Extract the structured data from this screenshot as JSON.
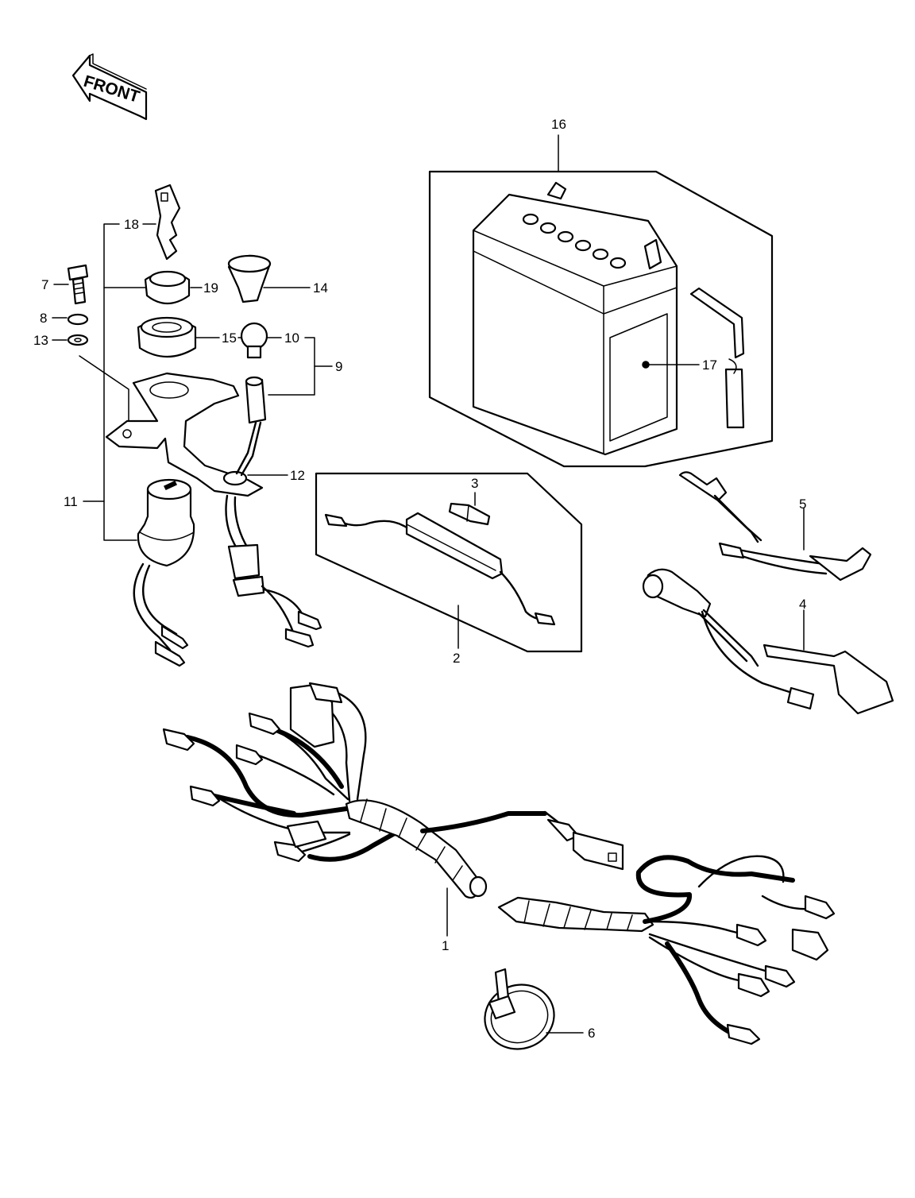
{
  "front_label": "FRONT",
  "callouts": {
    "c1": "1",
    "c2": "2",
    "c3": "3",
    "c4": "4",
    "c5": "5",
    "c6": "6",
    "c7": "7",
    "c8": "8",
    "c9": "9",
    "c10": "10",
    "c11": "11",
    "c12": "12",
    "c13": "13",
    "c14": "14",
    "c15": "15",
    "c16": "16",
    "c17": "17",
    "c18": "18",
    "c19": "19"
  }
}
